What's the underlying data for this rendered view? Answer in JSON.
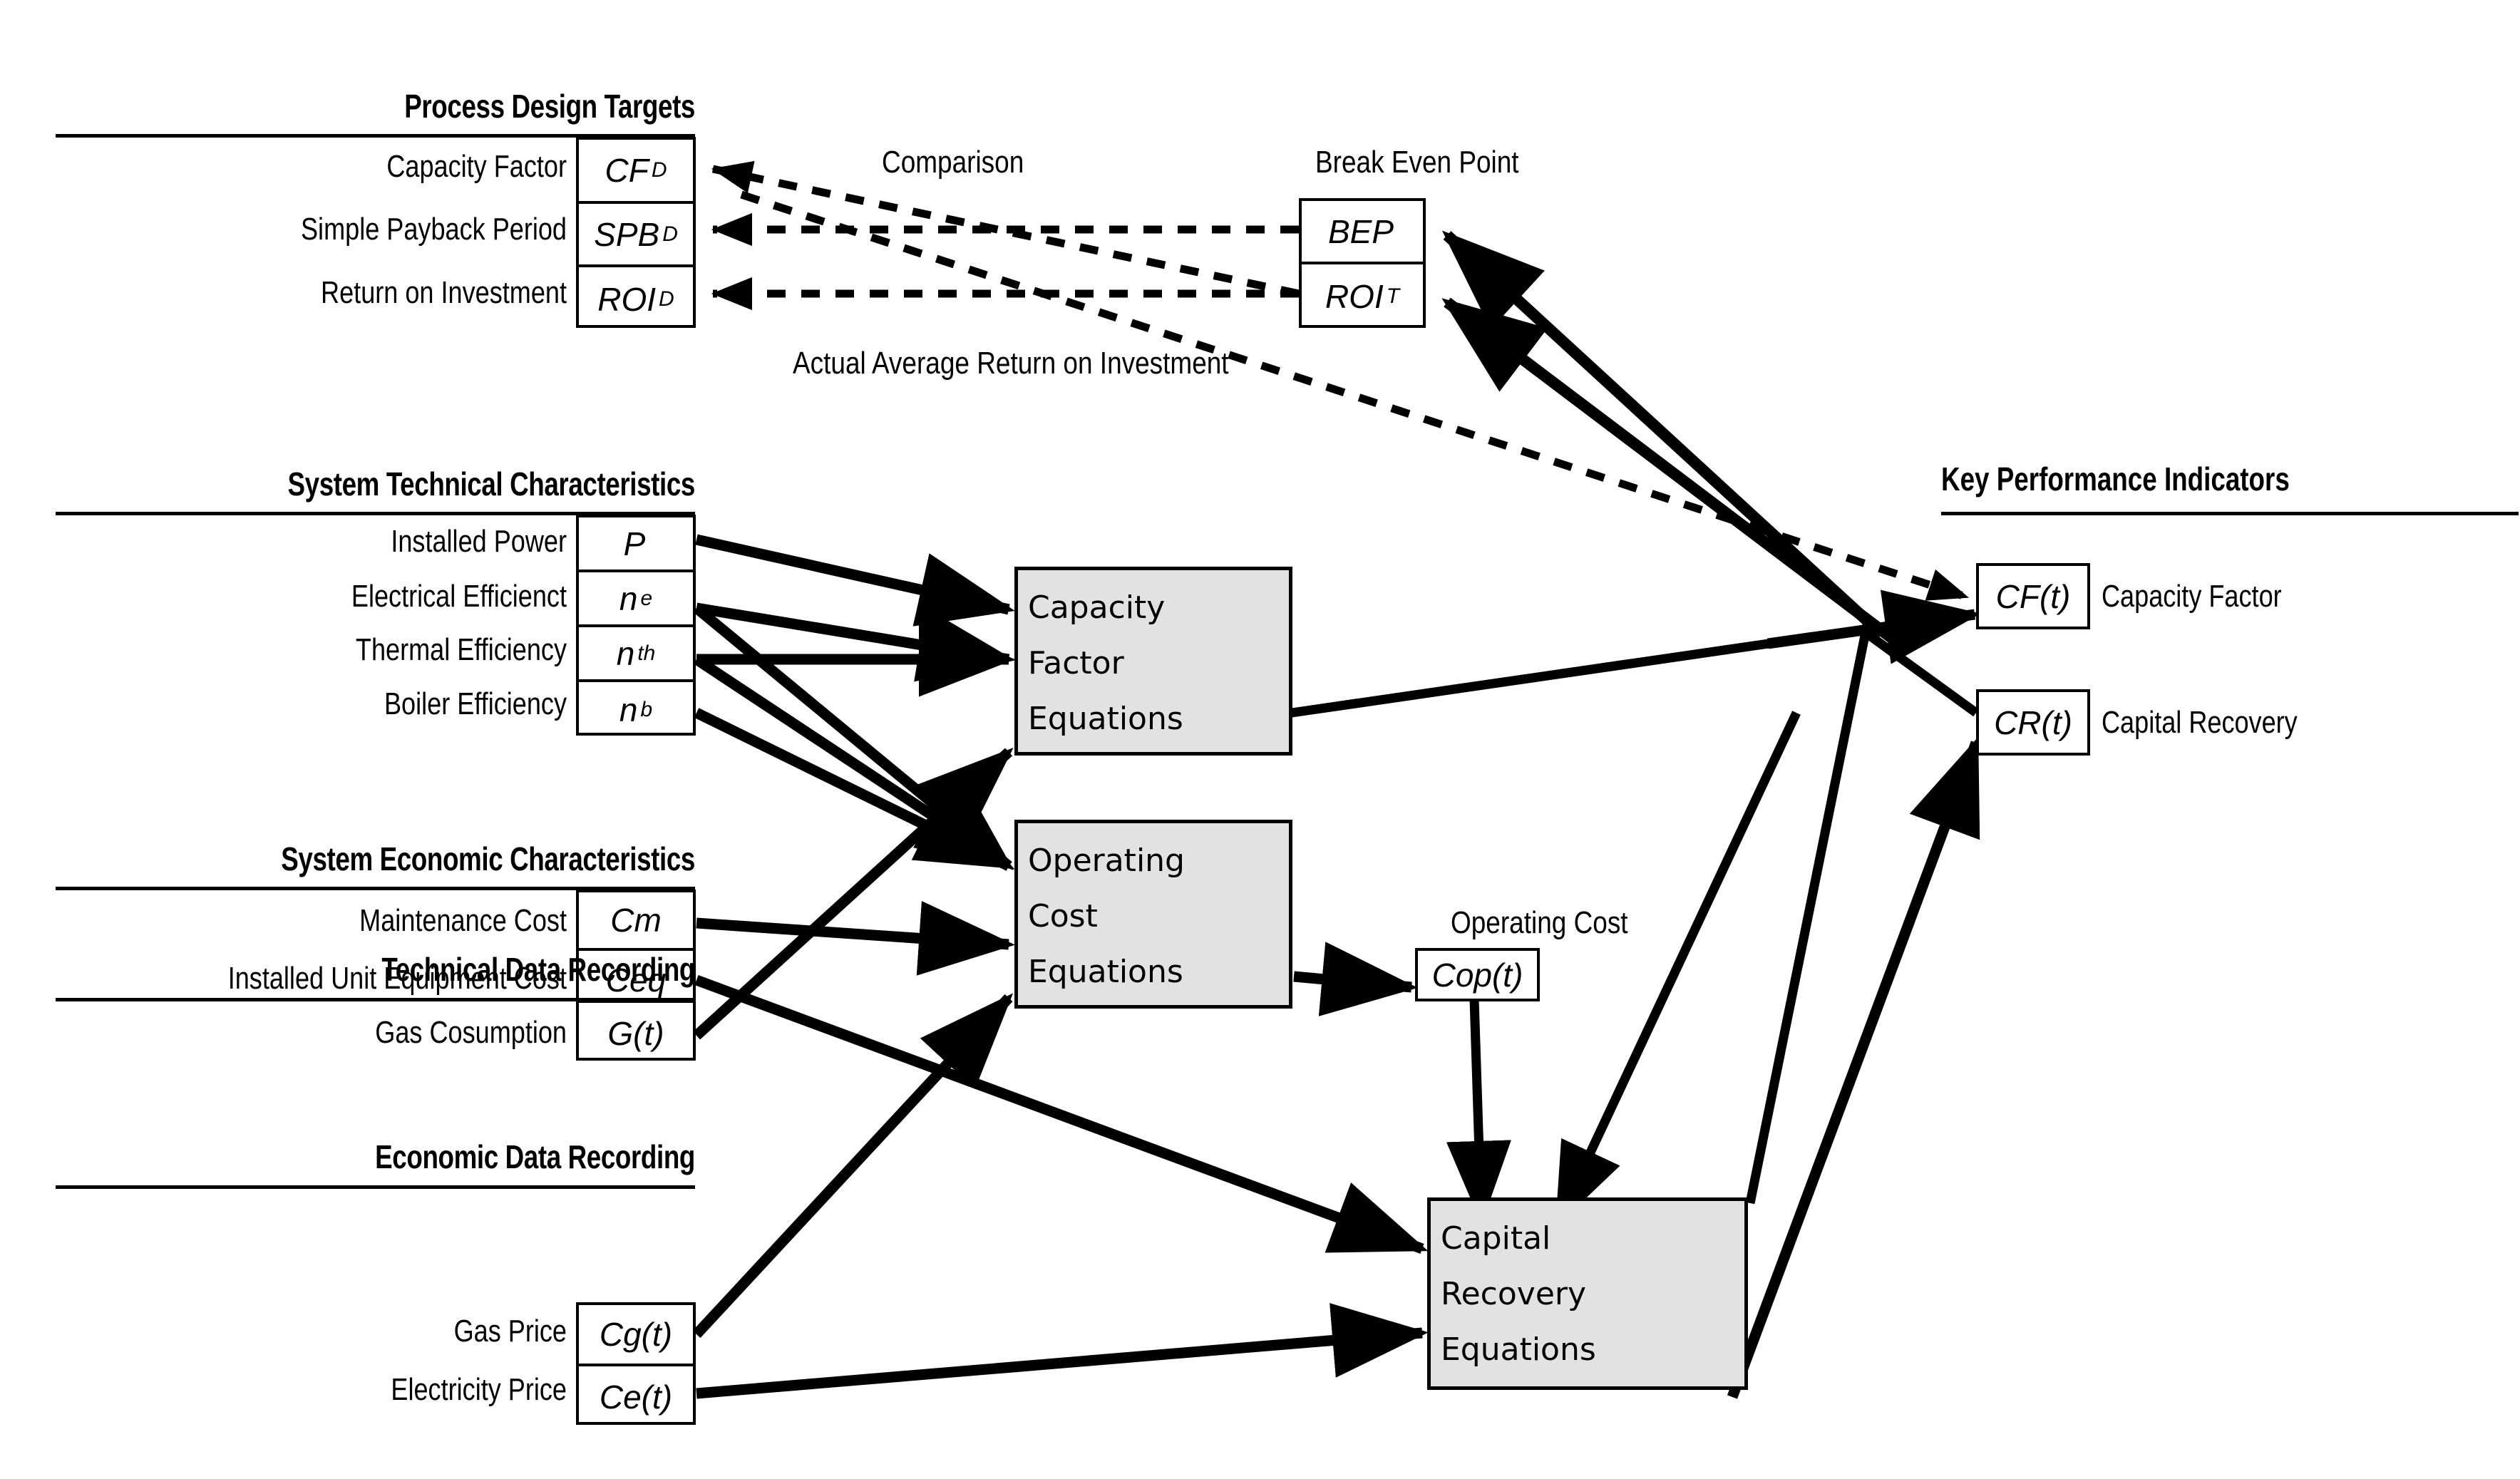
{
  "groups": {
    "process_design_targets": {
      "title": "Process Design Targets",
      "rows": [
        {
          "label": "Capacity Factor",
          "symbol": "CF",
          "sub": "D"
        },
        {
          "label": "Simple Payback Period",
          "symbol": "SPB",
          "sub": "D"
        },
        {
          "label": "Return on Investment",
          "symbol": "ROI",
          "sub": "D"
        }
      ]
    },
    "break_even_point": {
      "title": "Break Even Point",
      "rows": [
        {
          "symbol": "BEP",
          "sub": ""
        },
        {
          "symbol": "ROI",
          "sub": "T"
        }
      ]
    },
    "system_technical_characteristics": {
      "title": "System Technical Characteristics",
      "rows": [
        {
          "label": "Installed Power",
          "symbol": "P",
          "sub": ""
        },
        {
          "label": "Electrical Efficienct",
          "symbol": "n",
          "sub": "e"
        },
        {
          "label": "Thermal Efficiency",
          "symbol": "n",
          "sub": "th"
        },
        {
          "label": "Boiler Efficiency",
          "symbol": "n",
          "sub": "b"
        }
      ]
    },
    "system_economic_characteristics": {
      "title": "System Economic Characteristics",
      "rows": [
        {
          "label": "Maintenance Cost",
          "symbol": "Cm",
          "sub": ""
        },
        {
          "label": "Installed Unit Equipment Cost",
          "symbol": "Ceq",
          "sub": ""
        }
      ]
    },
    "technical_data_recording": {
      "title": "Technical Data Recording",
      "rows": [
        {
          "label": "Gas Cosumption",
          "symbol": "G(t)",
          "sub": ""
        }
      ]
    },
    "economic_data_recording": {
      "title": "Economic Data Recording",
      "rows": [
        {
          "label": "Gas Price",
          "symbol": "Cg(t)",
          "sub": ""
        },
        {
          "label": "Electricity Price",
          "symbol": "Ce(t)",
          "sub": ""
        }
      ]
    },
    "key_performance_indicators": {
      "title": "Key Performance Indicators",
      "rows": [
        {
          "symbol": "CF(t)",
          "label": "Capacity Factor"
        },
        {
          "symbol": "CR(t)",
          "label": "Capital Recovery"
        }
      ]
    }
  },
  "process_blocks": [
    {
      "id": "capacity-factor-equations",
      "lines": [
        "Capacity",
        "Factor",
        "Equations"
      ]
    },
    {
      "id": "operating-cost-equations",
      "lines": [
        "Operating",
        "Cost",
        "Equations"
      ]
    },
    {
      "id": "capital-recovery-equations",
      "lines": [
        "Capital",
        "Recovery",
        "Equations"
      ]
    }
  ],
  "intermediate": {
    "operating_cost_caption": "Operating Cost",
    "operating_cost_symbol": "Cop(t)"
  },
  "annotations": {
    "comparison": "Comparison",
    "actual_average_roi": "Actual Average Return on Investment"
  },
  "colors": {
    "stroke": "#000000",
    "process_fill": "#e2e2e2",
    "background": "#ffffff"
  }
}
